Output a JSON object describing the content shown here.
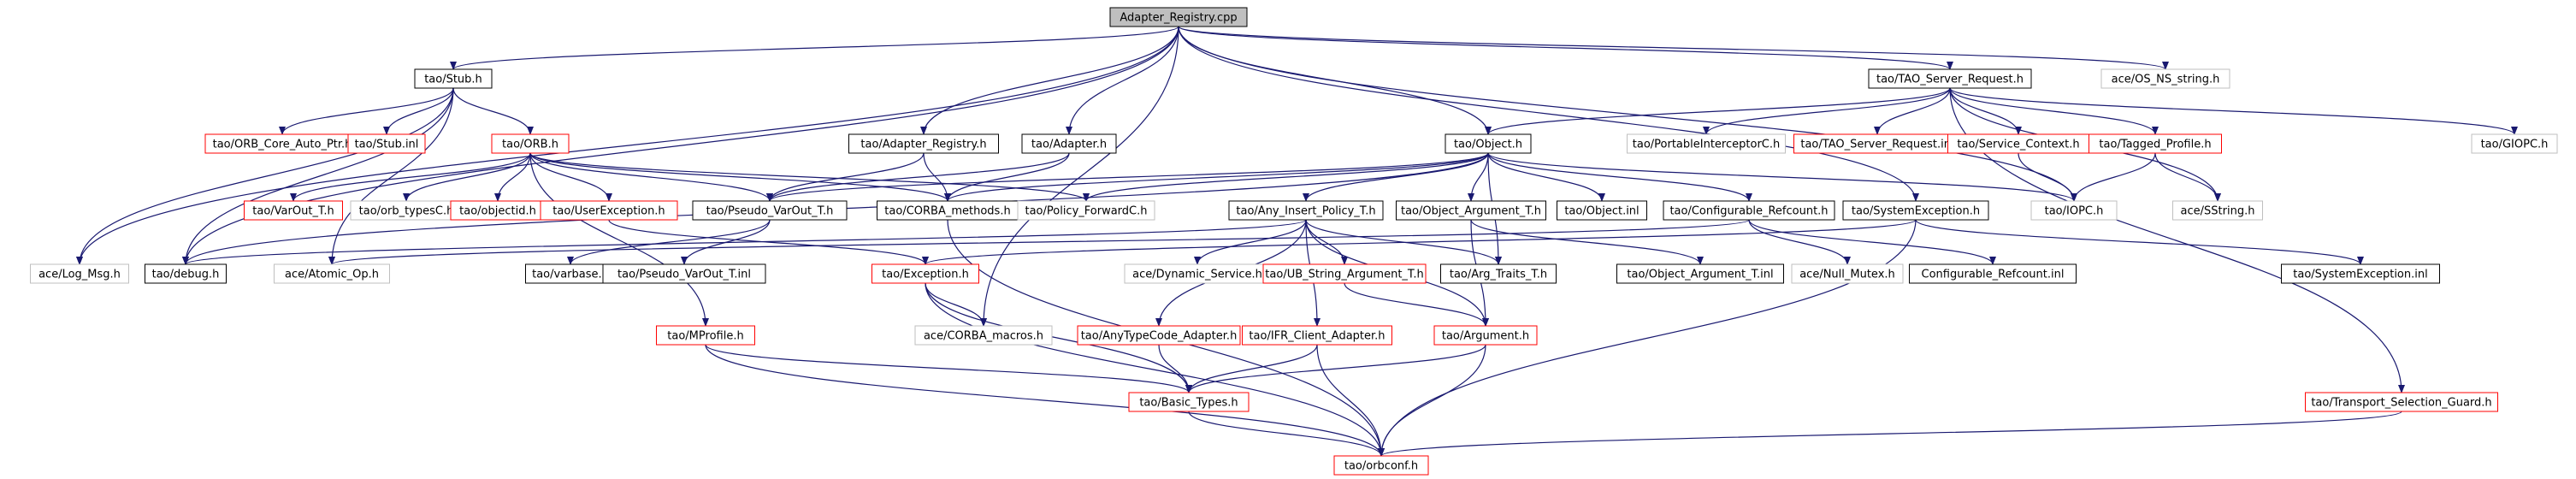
{
  "colors": {
    "edge": "#191970",
    "root_fill": "#bfbfbf",
    "border_black": "#000000",
    "border_red": "#ff0000",
    "border_gray": "#bfbfbf",
    "text": "#000000"
  },
  "nodes": [
    {
      "id": "root",
      "label": "Adapter_Registry.cpp",
      "style": "root"
    },
    {
      "id": "stub_h",
      "label": "tao/Stub.h",
      "style": "black"
    },
    {
      "id": "tao_server_request",
      "label": "tao/TAO_Server_Request.h",
      "style": "black"
    },
    {
      "id": "os_ns_string",
      "label": "ace/OS_NS_string.h",
      "style": "gray"
    },
    {
      "id": "orb_core_auto_ptr",
      "label": "tao/ORB_Core_Auto_Ptr.h",
      "style": "red"
    },
    {
      "id": "stub_inl",
      "label": "tao/Stub.inl",
      "style": "red"
    },
    {
      "id": "orb_h",
      "label": "tao/ORB.h",
      "style": "red"
    },
    {
      "id": "adapter_registry_h",
      "label": "tao/Adapter_Registry.h",
      "style": "black"
    },
    {
      "id": "adapter_h",
      "label": "tao/Adapter.h",
      "style": "black"
    },
    {
      "id": "object_h",
      "label": "tao/Object.h",
      "style": "black"
    },
    {
      "id": "portable_interceptor",
      "label": "tao/PortableInterceptorC.h",
      "style": "gray"
    },
    {
      "id": "tao_server_request_inl",
      "label": "tao/TAO_Server_Request.inl",
      "style": "red"
    },
    {
      "id": "service_context",
      "label": "tao/Service_Context.h",
      "style": "red"
    },
    {
      "id": "tagged_profile",
      "label": "tao/Tagged_Profile.h",
      "style": "red"
    },
    {
      "id": "giopc",
      "label": "tao/GIOPC.h",
      "style": "gray"
    },
    {
      "id": "varout_t",
      "label": "tao/VarOut_T.h",
      "style": "red"
    },
    {
      "id": "orb_typesc",
      "label": "tao/orb_typesC.h",
      "style": "gray"
    },
    {
      "id": "objectid",
      "label": "tao/objectid.h",
      "style": "red"
    },
    {
      "id": "userexception",
      "label": "tao/UserException.h",
      "style": "red"
    },
    {
      "id": "pseudo_varout_t",
      "label": "tao/Pseudo_VarOut_T.h",
      "style": "black"
    },
    {
      "id": "corba_methods",
      "label": "tao/CORBA_methods.h",
      "style": "black"
    },
    {
      "id": "policy_forwardc",
      "label": "tao/Policy_ForwardC.h",
      "style": "gray"
    },
    {
      "id": "any_insert_policy",
      "label": "tao/Any_Insert_Policy_T.h",
      "style": "black"
    },
    {
      "id": "object_argument_t",
      "label": "tao/Object_Argument_T.h",
      "style": "black"
    },
    {
      "id": "object_inl",
      "label": "tao/Object.inl",
      "style": "black"
    },
    {
      "id": "configurable_refcount",
      "label": "tao/Configurable_Refcount.h",
      "style": "black"
    },
    {
      "id": "systemexception",
      "label": "tao/SystemException.h",
      "style": "black"
    },
    {
      "id": "iopc",
      "label": "tao/IOPC.h",
      "style": "gray"
    },
    {
      "id": "sstring",
      "label": "ace/SString.h",
      "style": "gray"
    },
    {
      "id": "log_msg",
      "label": "ace/Log_Msg.h",
      "style": "gray"
    },
    {
      "id": "debug_h",
      "label": "tao/debug.h",
      "style": "black"
    },
    {
      "id": "atomic_op",
      "label": "ace/Atomic_Op.h",
      "style": "gray"
    },
    {
      "id": "varbase",
      "label": "tao/varbase.h",
      "style": "black"
    },
    {
      "id": "pseudo_varout_inl",
      "label": "tao/Pseudo_VarOut_T.inl",
      "style": "black"
    },
    {
      "id": "exception_h",
      "label": "tao/Exception.h",
      "style": "red"
    },
    {
      "id": "dynamic_service",
      "label": "ace/Dynamic_Service.h",
      "style": "gray"
    },
    {
      "id": "ub_string_argument",
      "label": "tao/UB_String_Argument_T.h",
      "style": "red"
    },
    {
      "id": "arg_traits",
      "label": "tao/Arg_Traits_T.h",
      "style": "black"
    },
    {
      "id": "object_argument_inl",
      "label": "tao/Object_Argument_T.inl",
      "style": "black"
    },
    {
      "id": "null_mutex",
      "label": "ace/Null_Mutex.h",
      "style": "gray"
    },
    {
      "id": "configurable_refcount_inl",
      "label": "Configurable_Refcount.inl",
      "style": "black"
    },
    {
      "id": "systemexception_inl",
      "label": "tao/SystemException.inl",
      "style": "black"
    },
    {
      "id": "mprofile",
      "label": "tao/MProfile.h",
      "style": "red"
    },
    {
      "id": "corba_macros",
      "label": "ace/CORBA_macros.h",
      "style": "gray"
    },
    {
      "id": "anytypecode_adapter",
      "label": "tao/AnyTypeCode_Adapter.h",
      "style": "red"
    },
    {
      "id": "ifr_client_adapter",
      "label": "tao/IFR_Client_Adapter.h",
      "style": "red"
    },
    {
      "id": "argument_h",
      "label": "tao/Argument.h",
      "style": "red"
    },
    {
      "id": "transport_selection_guard",
      "label": "tao/Transport_Selection_Guard.h",
      "style": "red"
    },
    {
      "id": "basic_types",
      "label": "tao/Basic_Types.h",
      "style": "red"
    },
    {
      "id": "orbconf",
      "label": "tao/orbconf.h",
      "style": "red"
    }
  ],
  "edges": [
    [
      "root",
      "stub_h"
    ],
    [
      "root",
      "tao_server_request"
    ],
    [
      "root",
      "os_ns_string"
    ],
    [
      "root",
      "adapter_registry_h"
    ],
    [
      "root",
      "adapter_h"
    ],
    [
      "root",
      "object_h"
    ],
    [
      "root",
      "log_msg"
    ],
    [
      "root",
      "debug_h"
    ],
    [
      "root",
      "corba_macros"
    ],
    [
      "root",
      "systemexception"
    ],
    [
      "root",
      "iopc"
    ],
    [
      "stub_h",
      "orb_core_auto_ptr"
    ],
    [
      "stub_h",
      "stub_inl"
    ],
    [
      "stub_h",
      "orb_h"
    ],
    [
      "stub_h",
      "atomic_op"
    ],
    [
      "stub_h",
      "debug_h"
    ],
    [
      "stub_h",
      "log_msg"
    ],
    [
      "orb_h",
      "varout_t"
    ],
    [
      "orb_h",
      "orb_typesc"
    ],
    [
      "orb_h",
      "objectid"
    ],
    [
      "orb_h",
      "userexception"
    ],
    [
      "orb_h",
      "pseudo_varout_t"
    ],
    [
      "orb_h",
      "corba_methods"
    ],
    [
      "orb_h",
      "policy_forwardc"
    ],
    [
      "orb_h",
      "mprofile"
    ],
    [
      "adapter_registry_h",
      "pseudo_varout_t"
    ],
    [
      "adapter_registry_h",
      "corba_methods"
    ],
    [
      "adapter_h",
      "pseudo_varout_t"
    ],
    [
      "adapter_h",
      "corba_methods"
    ],
    [
      "object_h",
      "pseudo_varout_t"
    ],
    [
      "object_h",
      "corba_methods"
    ],
    [
      "object_h",
      "policy_forwardc"
    ],
    [
      "object_h",
      "any_insert_policy"
    ],
    [
      "object_h",
      "object_argument_t"
    ],
    [
      "object_h",
      "object_inl"
    ],
    [
      "object_h",
      "configurable_refcount"
    ],
    [
      "object_h",
      "arg_traits"
    ],
    [
      "object_h",
      "iopc"
    ],
    [
      "object_h",
      "debug_h"
    ],
    [
      "tao_server_request",
      "object_h"
    ],
    [
      "tao_server_request",
      "portable_interceptor"
    ],
    [
      "tao_server_request",
      "tao_server_request_inl"
    ],
    [
      "tao_server_request",
      "service_context"
    ],
    [
      "tao_server_request",
      "tagged_profile"
    ],
    [
      "tao_server_request",
      "giopc"
    ],
    [
      "tao_server_request",
      "sstring"
    ],
    [
      "tao_server_request",
      "transport_selection_guard"
    ],
    [
      "service_context",
      "iopc"
    ],
    [
      "tagged_profile",
      "iopc"
    ],
    [
      "tagged_profile",
      "sstring"
    ],
    [
      "pseudo_varout_t",
      "varbase"
    ],
    [
      "pseudo_varout_t",
      "pseudo_varout_inl"
    ],
    [
      "userexception",
      "exception_h"
    ],
    [
      "corba_methods",
      "orbconf"
    ],
    [
      "any_insert_policy",
      "dynamic_service"
    ],
    [
      "any_insert_policy",
      "ub_string_argument"
    ],
    [
      "any_insert_policy",
      "anytypecode_adapter"
    ],
    [
      "any_insert_policy",
      "ifr_client_adapter"
    ],
    [
      "any_insert_policy",
      "argument_h"
    ],
    [
      "any_insert_policy",
      "debug_h"
    ],
    [
      "any_insert_policy",
      "arg_traits"
    ],
    [
      "object_argument_t",
      "object_argument_inl"
    ],
    [
      "object_argument_t",
      "argument_h"
    ],
    [
      "configurable_refcount",
      "null_mutex"
    ],
    [
      "configurable_refcount",
      "configurable_refcount_inl"
    ],
    [
      "configurable_refcount",
      "atomic_op"
    ],
    [
      "systemexception",
      "exception_h"
    ],
    [
      "systemexception",
      "systemexception_inl"
    ],
    [
      "systemexception",
      "orbconf"
    ],
    [
      "exception_h",
      "corba_macros"
    ],
    [
      "exception_h",
      "basic_types"
    ],
    [
      "exception_h",
      "orbconf"
    ],
    [
      "ub_string_argument",
      "argument_h"
    ],
    [
      "mprofile",
      "basic_types"
    ],
    [
      "mprofile",
      "orbconf"
    ],
    [
      "anytypecode_adapter",
      "basic_types"
    ],
    [
      "ifr_client_adapter",
      "basic_types"
    ],
    [
      "ifr_client_adapter",
      "orbconf"
    ],
    [
      "argument_h",
      "basic_types"
    ],
    [
      "argument_h",
      "orbconf"
    ],
    [
      "transport_selection_guard",
      "orbconf"
    ],
    [
      "basic_types",
      "orbconf"
    ]
  ]
}
